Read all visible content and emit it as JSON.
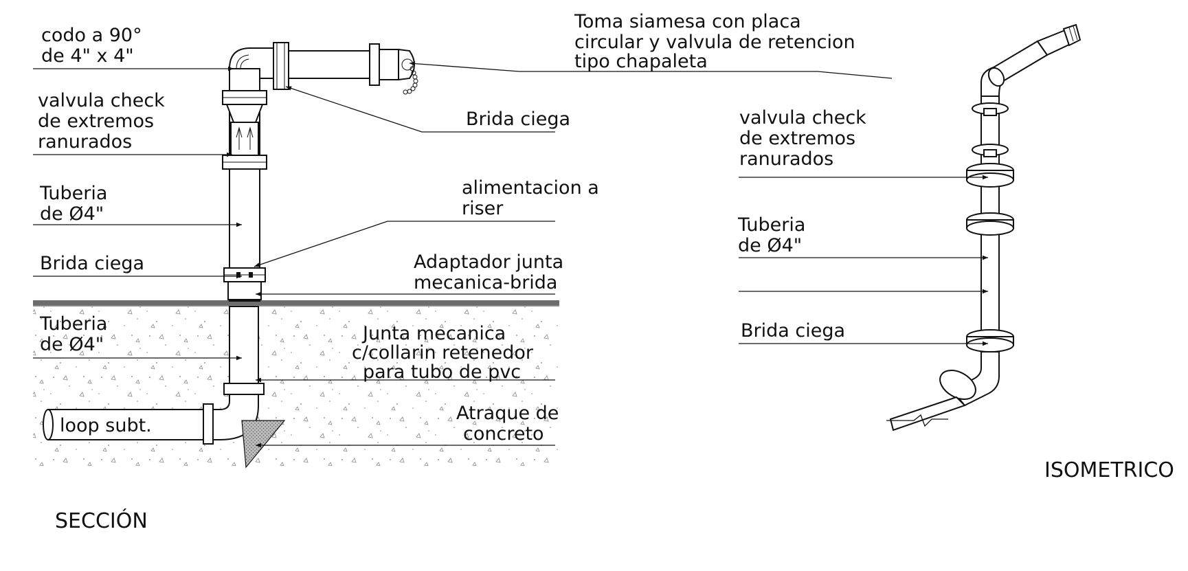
{
  "section": {
    "title": "SECCIÓN",
    "labels": {
      "codo": [
        "codo a 90°",
        "de 4\" x 4\""
      ],
      "check": [
        "valvula check",
        "de extremos",
        "ranurados"
      ],
      "tuberia_upper": [
        "Tuberia",
        "de Ø4\""
      ],
      "brida_left": [
        "Brida ciega"
      ],
      "tuberia_lower": [
        "Tuberia",
        "de Ø4\""
      ],
      "loop": [
        "loop subt."
      ],
      "toma": [
        "Toma siamesa con placa",
        "circular  y valvula de retencion",
        "tipo chapaleta"
      ],
      "brida_top": [
        "Brida ciega"
      ],
      "alimentacion": [
        "alimentacion a",
        "riser"
      ],
      "adaptador": [
        "Adaptador junta",
        "mecanica-brida"
      ],
      "junta": [
        "Junta mecanica",
        "c/collarin retenedor",
        "para tubo de pvc"
      ],
      "atraque": [
        "Atraque de",
        "concreto"
      ]
    }
  },
  "isometric": {
    "title": "ISOMETRICO",
    "labels": {
      "check": [
        "valvula check",
        "de extremos",
        "ranurados"
      ],
      "tuberia": [
        "Tuberia",
        "de Ø4\""
      ],
      "brida": [
        "Brida ciega"
      ]
    }
  }
}
